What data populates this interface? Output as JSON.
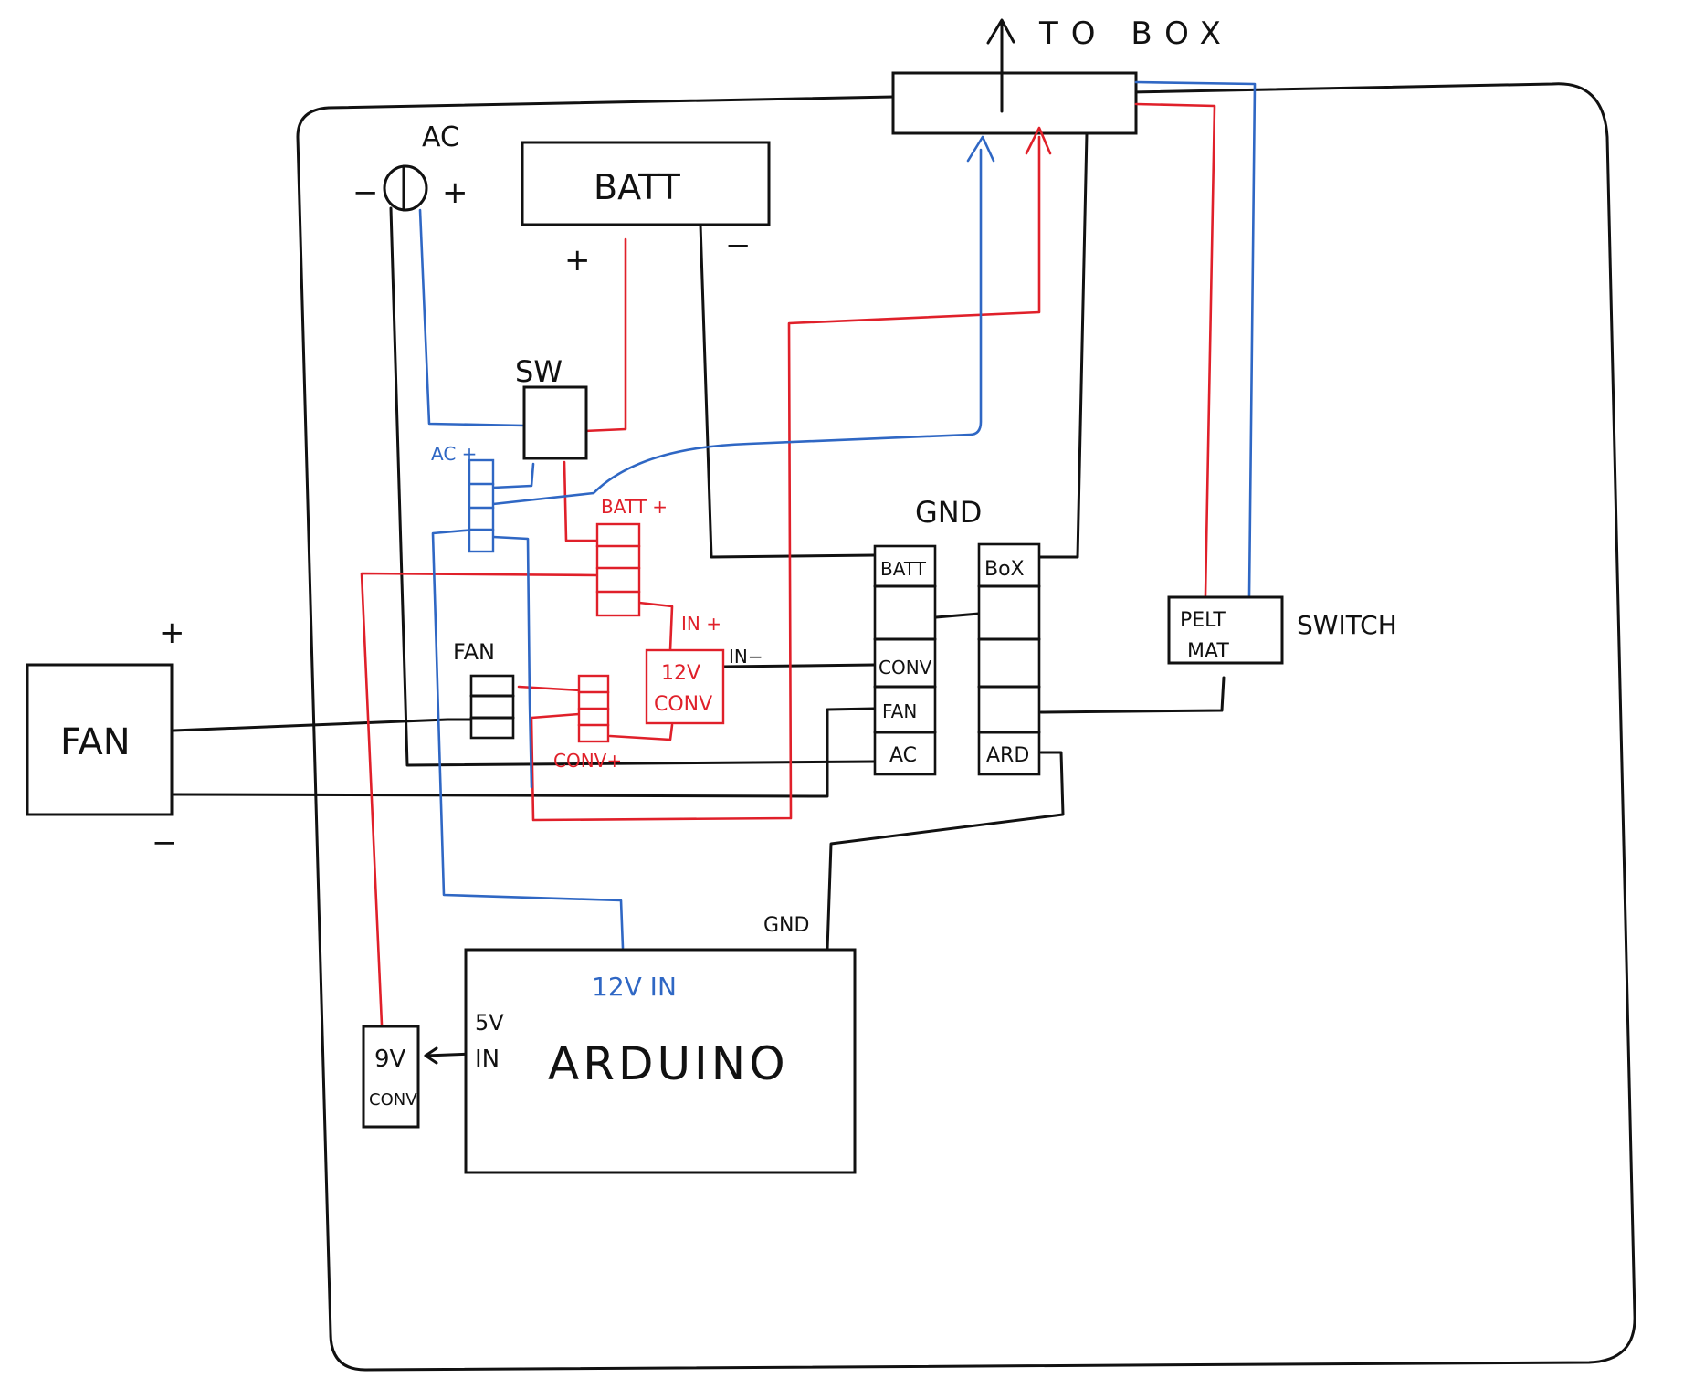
{
  "diagram": {
    "to_box": "TO BOX",
    "ac": "AC",
    "ac_minus": "−",
    "ac_plus": "+",
    "batt": "BATT",
    "batt_plus": "+",
    "batt_minus": "−",
    "sw": "SW",
    "ac_plus_small": "AC +",
    "batt_plus_small": "BATT +",
    "in_plus": "IN +",
    "in_minus": "IN−",
    "conv12_line1": "12V",
    "conv12_line2": "CONV",
    "fan_small": "FAN",
    "conv_plus": "CONV+",
    "fan_box": "FAN",
    "fan_plus": "+",
    "fan_minus": "−",
    "gnd": "GND",
    "gnd_left_labels": [
      "BATT",
      "CONV",
      "FAN",
      "AC"
    ],
    "gnd_right_labels": [
      "BoX",
      "ARD"
    ],
    "pelt_line1": "PELT",
    "pelt_line2": "MAT",
    "switch": "SWITCH",
    "gnd_arduino": "GND",
    "arduino_12v_in": "12V IN",
    "arduino_5v": "5V",
    "arduino_in": "IN",
    "arduino": "ARDUINO",
    "conv9_line1": "9V",
    "conv9_line2": "CONV"
  },
  "colors": {
    "black": "#111111",
    "red": "#e0202a",
    "blue": "#2f67c4"
  }
}
